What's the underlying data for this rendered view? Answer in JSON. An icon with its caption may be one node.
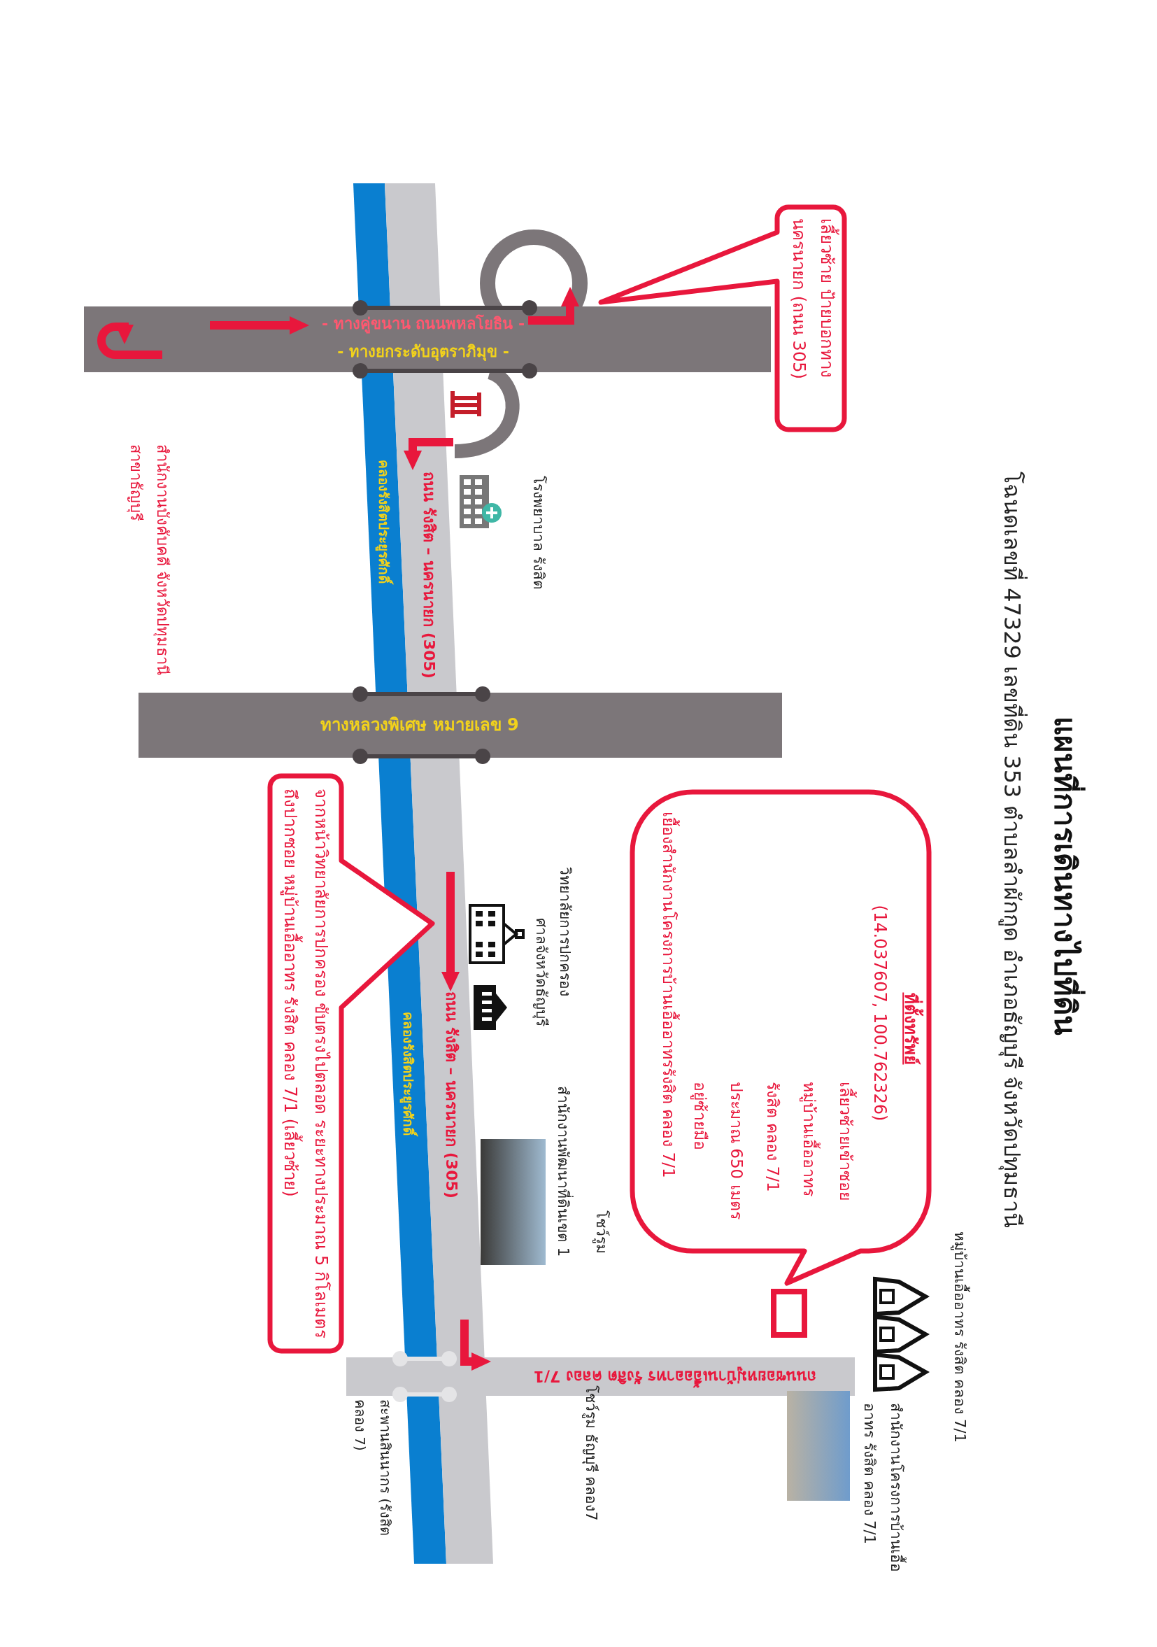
{
  "diagram": {
    "title": "แผนที่การเดินทางไปที่ดิน",
    "nodes": [
      {
        "text": [
          "ที่ตั้งทรัพย์",
          "(14.037607, 100.762326)",
          "เลี้ยวซ้ายเข้าซอย หมู่บ้านเอื้ออาทร รังสิต คลอง 7/1 ประมาณ 650 เมตร อยู่ซ้ายมือ",
          "เยื้องสำนักงานโครงการบ้านเอื้ออาทรรังสิต คลอง 7/1"
        ]
      },
      {
        "text": [
          "จากหน้าวิทยาลัยการปกครอง ขับตรงไปตลอด ระยะทางประมาณ 5 กิโลเมตร ถึงปากซอย หมู่บ้านเอื้ออาทร รังสิต คลอง 7/1 (เลี้ยวซ้าย)"
        ]
      },
      {
        "text": [
          "เลี้ยวซ้าย ป้ายบอกทาง นครนายก (ถนน 305)"
        ]
      }
    ],
    "labels": [
      "โฉนดเลขที่ 47329 เลขที่ดิน 353 ตำบลลำผักกูด อำเภอธัญบุรี จังหวัดปทุมธานี",
      "หมู่บ้านเอื้ออาทร รังสิต คลอง 7/1",
      "สำนักงานโครงการบ้านเอื้ออาทร รังสิต คลอง 7/1",
      "ถนนซอยหมู่บ้านเอื้ออาทร รังสิต คลอง 7/1",
      "โชว์รูม ธัญบุรี คลอง7",
      "โชว์รูม",
      "สำนักงานพัฒนาที่ดินเขต 1",
      "ศาลจังหวัดธัญบุรี",
      "วิทยาลัยการปกครอง",
      "ถนน รังสิต – นครนายก (305)",
      "ถนน รังสิต – นครนายก (305)",
      "คลองรังสิตประยูรศักดิ์",
      "คลองรังสิตประยูรศักดิ์",
      "ทางหลวงพิเศษ หมายเลข 9",
      "โรงพยาบาล รังสิต",
      "- ทางคู่ขนาน ถนนพหลโยธิน -",
      "- ทางยกระดับอุตราภิมุข -",
      "สำนักงานบังคับคดี จังหวัดปทุมธานี สาขาธัญบุรี",
      "สะพานสินนากร (รังสิต คลอง 7)"
    ]
  }
}
